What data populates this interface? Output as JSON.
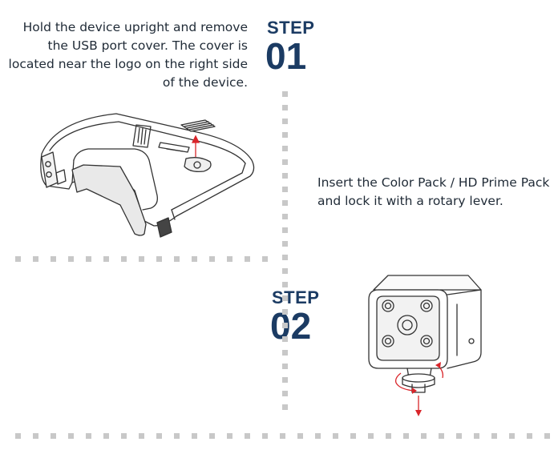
{
  "step1": {
    "label": "STEP",
    "number": "01",
    "instruction": "Hold the device upright and remove the USB port cover. The cover is located near the logo on the right side of the device."
  },
  "step2": {
    "label": "STEP",
    "number": "02",
    "instruction": "Insert the Color Pack / HD Prime Pack and lock it with a rotary lever."
  },
  "colors": {
    "step_heading": "#1b3b63",
    "text": "#1f2a36",
    "divider": "#c8c8c8",
    "arrow": "#d9252a",
    "line_art": "#333333"
  }
}
